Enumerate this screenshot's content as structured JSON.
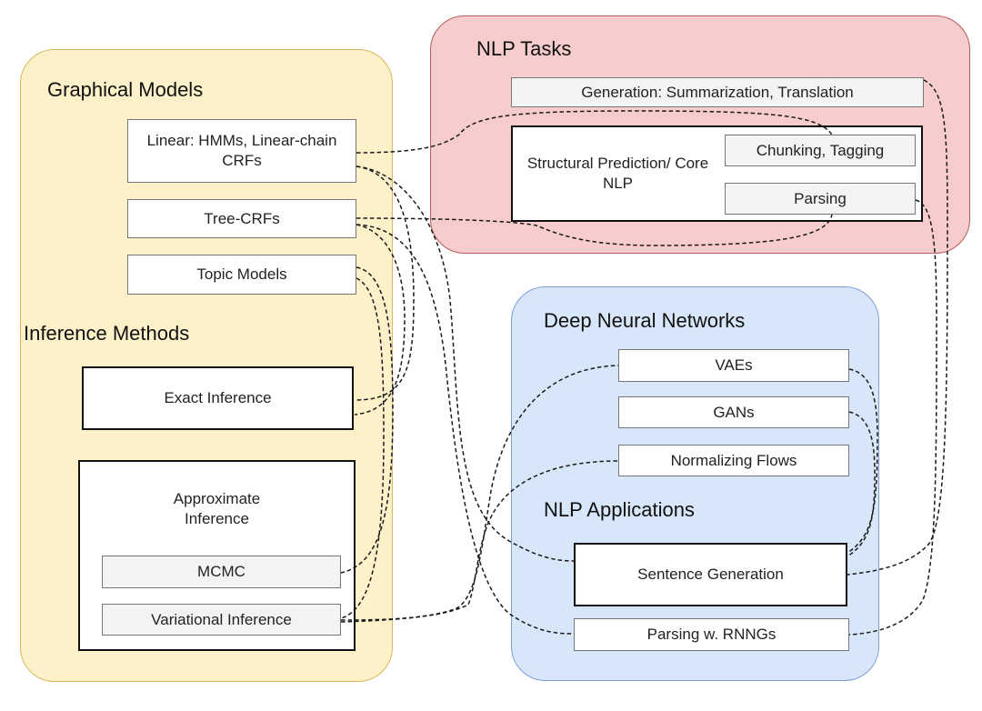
{
  "regions": {
    "graphical_models": "Graphical Models",
    "inference_methods": "Inference Methods",
    "nlp_tasks": "NLP Tasks",
    "deep_neural_networks": "Deep Neural Networks",
    "nlp_applications": "NLP Applications"
  },
  "nodes": {
    "linear": "Linear: HMMs, Linear-chain CRFs",
    "tree_crfs": "Tree-CRFs",
    "topic_models": "Topic Models",
    "exact_inference": "Exact Inference",
    "approximate_inference": "Approximate Inference",
    "mcmc": "MCMC",
    "variational_inference": "Variational Inference",
    "generation": "Generation: Summarization, Translation",
    "structural_prediction": "Structural Prediction/ Core NLP",
    "chunking_tagging": "Chunking, Tagging",
    "parsing": "Parsing",
    "vaes": "VAEs",
    "gans": "GANs",
    "normalizing_flows": "Normalizing Flows",
    "sentence_generation": "Sentence Generation",
    "parsing_rnngs": "Parsing w. RNNGs"
  },
  "connections": [
    {
      "from": "linear",
      "to": "chunking_tagging"
    },
    {
      "from": "tree_crfs",
      "to": "parsing"
    },
    {
      "from": "linear",
      "to": "exact_inference"
    },
    {
      "from": "tree_crfs",
      "to": "exact_inference"
    },
    {
      "from": "topic_models",
      "to": "mcmc"
    },
    {
      "from": "topic_models",
      "to": "variational_inference"
    },
    {
      "from": "linear",
      "to": "sentence_generation"
    },
    {
      "from": "tree_crfs",
      "to": "parsing_rnngs"
    },
    {
      "from": "variational_inference",
      "to": "vaes"
    },
    {
      "from": "variational_inference",
      "to": "normalizing_flows"
    },
    {
      "from": "vaes",
      "to": "sentence_generation"
    },
    {
      "from": "gans",
      "to": "sentence_generation"
    },
    {
      "from": "generation",
      "to": "sentence_generation"
    },
    {
      "from": "parsing",
      "to": "parsing_rnngs"
    }
  ]
}
